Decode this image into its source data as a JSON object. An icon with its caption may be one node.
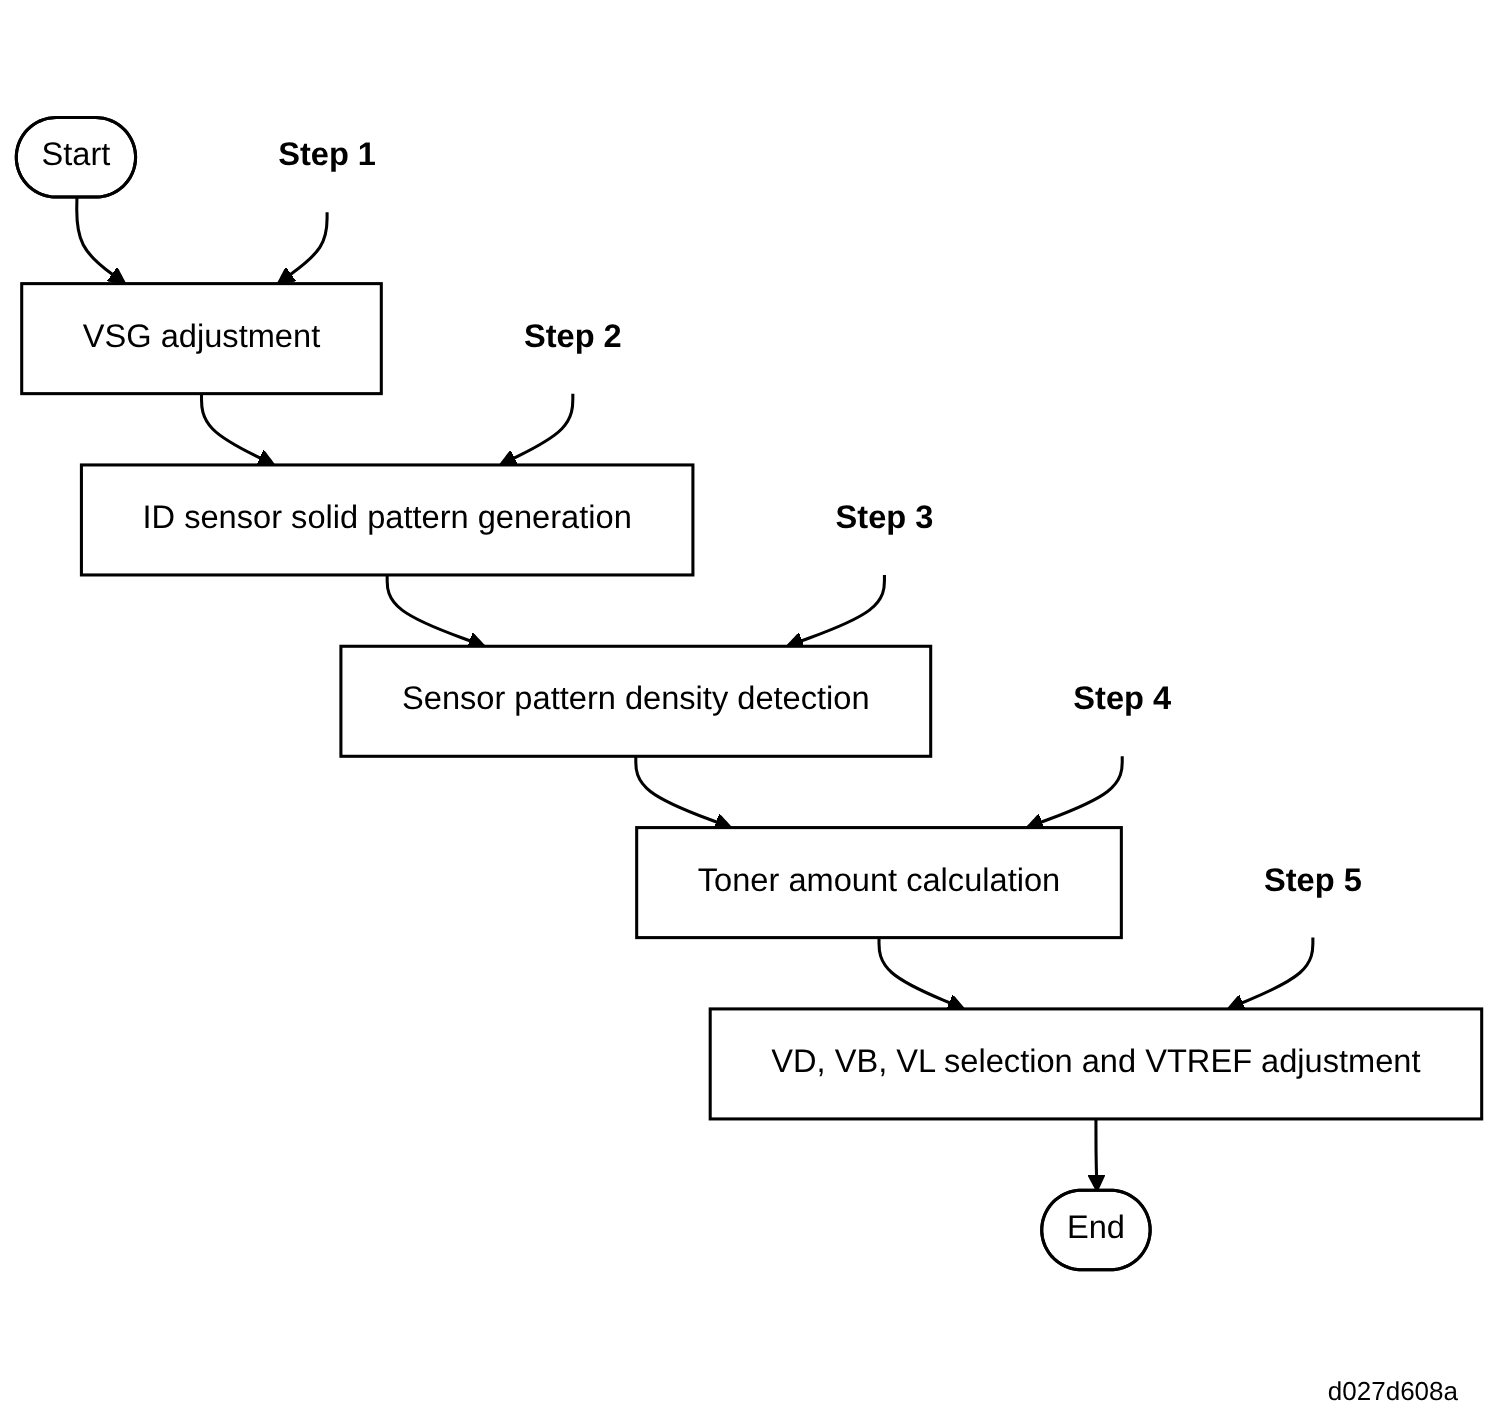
{
  "diagram": {
    "nodes": [
      {
        "text": [
          "Start"
        ]
      },
      {
        "text": [
          "VSG adjustment"
        ]
      },
      {
        "text": [
          "ID sensor solid pattern generation"
        ]
      },
      {
        "text": [
          "Sensor pattern density detection"
        ]
      },
      {
        "text": [
          "Toner amount calculation"
        ]
      },
      {
        "text": [
          "VD, VB, VL selection and VTREF adjustment"
        ]
      },
      {
        "text": [
          "End"
        ]
      },
      {
        "text": [
          "Step 1"
        ]
      },
      {
        "text": [
          "Step 2"
        ]
      },
      {
        "text": [
          "Step 3"
        ]
      },
      {
        "text": [
          "Step 4"
        ]
      },
      {
        "text": [
          "Step 5"
        ]
      }
    ],
    "edges": [
      {
        "from": 0,
        "to": 1,
        "arrow": "to"
      },
      {
        "from": 1,
        "to": 2,
        "arrow": "to"
      },
      {
        "from": 2,
        "to": 3,
        "arrow": "to"
      },
      {
        "from": 3,
        "to": 4,
        "arrow": "to"
      },
      {
        "from": 4,
        "to": 5,
        "arrow": "to"
      },
      {
        "from": 5,
        "to": 6,
        "arrow": "to"
      },
      {
        "from": 7,
        "to": 1,
        "arrow": "to"
      },
      {
        "from": 8,
        "to": 2,
        "arrow": "to"
      },
      {
        "from": 9,
        "to": 3,
        "arrow": "to"
      },
      {
        "from": 10,
        "to": 4,
        "arrow": "to"
      },
      {
        "from": 11,
        "to": 5,
        "arrow": "to"
      }
    ],
    "labels": [
      "d027d608a"
    ]
  }
}
